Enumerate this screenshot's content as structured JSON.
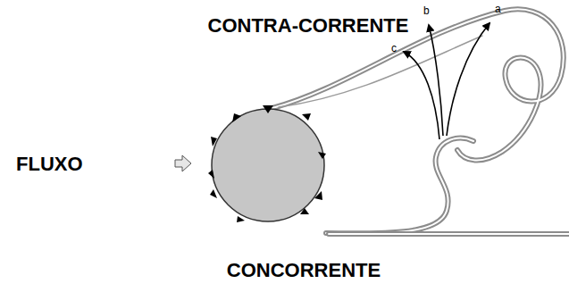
{
  "diagram": {
    "labels": [
      "CONTRA-CORRENTE",
      "FLUXO",
      "CONCORRENTE",
      "a",
      "b",
      "c"
    ]
  }
}
